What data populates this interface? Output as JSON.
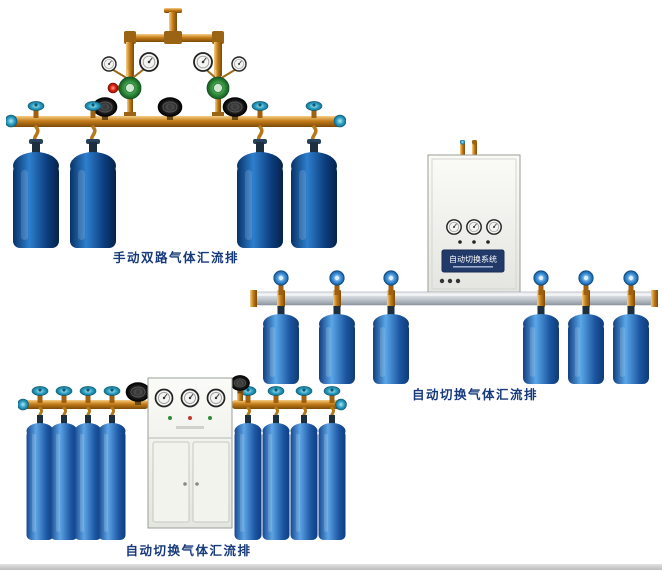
{
  "page": {
    "background_color": "#ffffff",
    "caption_color": "#163a7c"
  },
  "colors": {
    "brass_pipe": "#c57d1a",
    "cylinder_dark_blue": "#0b3c7c",
    "cylinder_light_blue": "#63a9e8",
    "teal_valve": "#2a9cc0",
    "manifold_silver": "#c7ccd3",
    "cabinet_white": "#f2f2ee"
  },
  "products": [
    {
      "id": "manual-dual-gas-manifold",
      "caption": "手动双路气体汇流排",
      "cylinder_count": 4
    },
    {
      "id": "auto-switch-gas-manifold-wall-cabinet",
      "caption": "自动切换气体汇流排",
      "cabinet_label": "自动切换系统",
      "cylinder_count": 6
    },
    {
      "id": "auto-switch-gas-manifold-floor-cabinet",
      "caption": "自动切换气体汇流排",
      "cylinder_count": 8
    }
  ]
}
